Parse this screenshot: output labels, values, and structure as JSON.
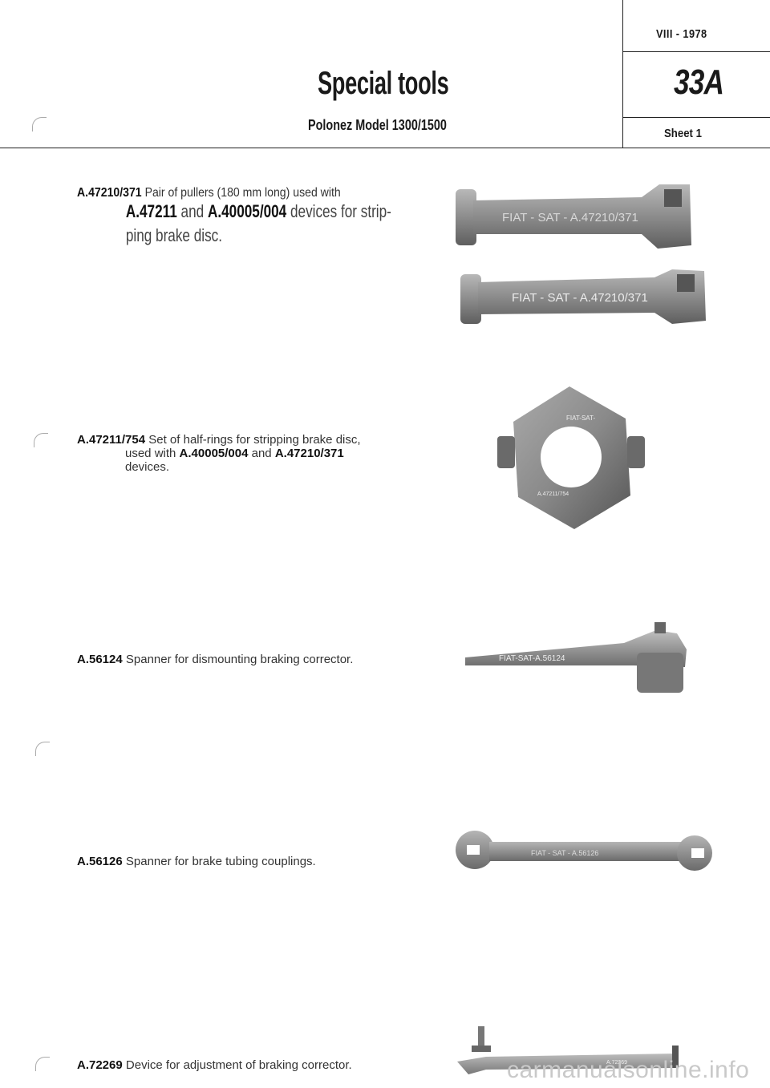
{
  "header": {
    "title": "Special tools",
    "subtitle": "Polonez Model 1300/1500",
    "edition": "VIII - 1978",
    "section_code": "33A",
    "sheet": "Sheet 1"
  },
  "entries": [
    {
      "code": "A.47210/371",
      "line1": "Pair of pullers (180 mm long) used with",
      "line2_code_a": "A.47211",
      "line2_mid": " and ",
      "line2_code_b": "A.40005/004",
      "line2_rest": " devices for strip-",
      "line3": "ping brake disc.",
      "image_labels": [
        "FIAT - SAT - A.47210/371",
        "FIAT - SAT - A.47210/371"
      ]
    },
    {
      "code": "A.47211/754",
      "line1": "Set of half-rings for stripping brake disc,",
      "line2": "used with ",
      "line2_code_a": "A.40005/004",
      "line2_mid": " and ",
      "line2_code_b": "A.47210/371",
      "line3": "devices.",
      "image_labels": [
        "FIAT-SAT-",
        "A.47211/754"
      ]
    },
    {
      "code": "A.56124",
      "text": "Spanner for dismounting braking corrector.",
      "image_label": "FIAT-SAT-A.56124"
    },
    {
      "code": "A.56126",
      "text": "Spanner for brake tubing couplings.",
      "image_label": "FIAT - SAT - A.56126"
    },
    {
      "code": "A.72269",
      "text": "Device for adjustment of braking corrector.",
      "image_label": "A.72269"
    }
  ],
  "footer": {
    "watermark": "carmanualsonline.info"
  },
  "colors": {
    "ink": "#1a1a1a",
    "tool_metal": "#8a8a8a",
    "tool_dark": "#5a5a5a"
  }
}
